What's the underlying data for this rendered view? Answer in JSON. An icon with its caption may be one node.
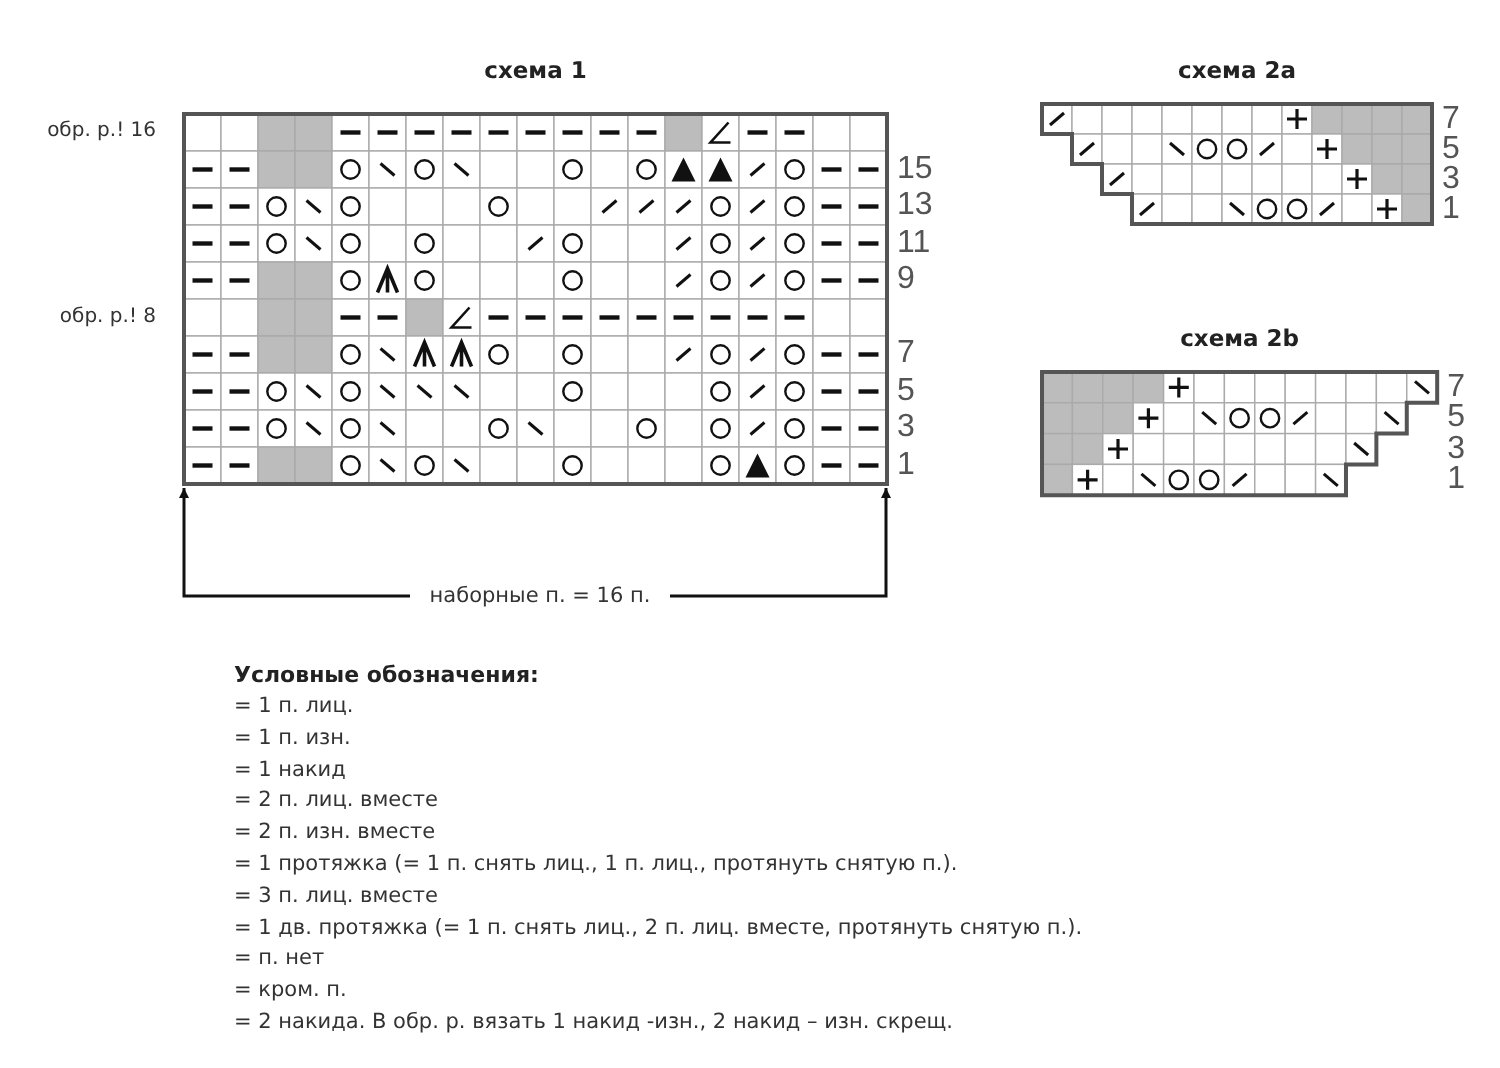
{
  "diagram": {
    "nodes": [
      {
        "text": [
          "схема 1"
        ],
        "beside": [
          "обр. р.! 16",
          "15",
          "13",
          "11",
          "9",
          "обр. р.! 8",
          "7",
          "5",
          "3",
          "1"
        ]
      },
      {
        "text": [
          "наборные п. = 16 п."
        ]
      },
      {
        "text": [
          "схема 2a"
        ],
        "beside": [
          "7",
          "5",
          "3",
          "1"
        ]
      },
      {
        "text": [
          "схема 2b"
        ],
        "beside": [
          "7",
          "5",
          "3",
          "1"
        ]
      }
    ],
    "edges": [
      {
        "from": 1,
        "to": 0,
        "arrow": "to"
      },
      {
        "from": 1,
        "to": 0,
        "arrow": "to"
      }
    ],
    "labels": [
      "Условные обозначения:",
      "= 1 п. лиц.",
      "= 1 п. изн.",
      "= 1 накид",
      "= 2 п. лиц. вместе",
      "= 2 п. изн. вместе",
      "= 1 протяжка (= 1 п. снять лиц., 1 п. лиц., протянуть снятую п.).",
      "= 3 п. лиц. вместе",
      "= 1 дв. протяжка (= 1 п. снять лиц., 2 п. лиц. вместе, протянуть снятую п.).",
      "= п. нет",
      "= кром. п.",
      "= 2 накида. В обр. р. вязать 1 накид -изн., 2 накид – изн. скрещ."
    ]
  }
}
